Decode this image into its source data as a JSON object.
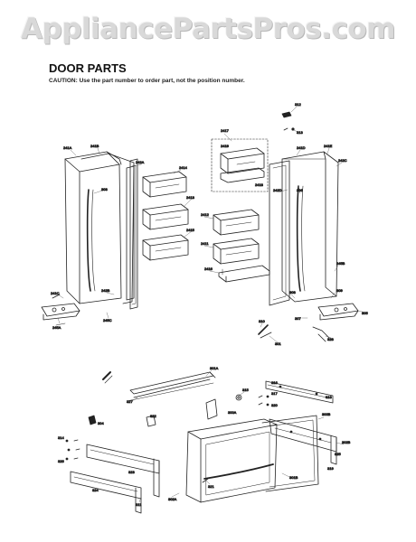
{
  "watermark": "AppliancePartsPros.com",
  "header": {
    "title": "DOOR PARTS",
    "caution": "CAUTION: Use the part number to order part, not the position number."
  },
  "callouts": {
    "left_door_top": "241A",
    "left_door_top2": "241B",
    "left_door_hinge": "242A",
    "left_door_handle": "303",
    "left_door_bottom": "241C",
    "left_door_gasket": "242B",
    "left_hinge_screw": "245A",
    "bin_1": "2414",
    "bin_2": "2413",
    "bin_3": "2415",
    "bin_4": "2412",
    "bin_5": "2411",
    "bin_6": "2416",
    "dairy_box": "2418",
    "dairy_cover": "2419",
    "dairy_label": "2417",
    "right_door_top": "241D",
    "right_door_top2": "241E",
    "right_door_hinge": "242C",
    "right_door_handle": "306",
    "right_door_gasket": "242D",
    "right_hinge_screw": "245B",
    "right_bottom": "245C",
    "top_screw_1": "308",
    "top_screw_2": "309",
    "pin_1": "307",
    "pin_2": "305",
    "clip": "310",
    "drawer_rod": "301A",
    "rail_bar": "301",
    "drawer_front": "300A",
    "drawer_handle": "301B",
    "drawer_gasket": "300B",
    "slide_left": "302A",
    "slide_right": "302B",
    "bracket": "304",
    "rail_lower": "311",
    "screw_a": "312",
    "screw_b": "313",
    "screw_c": "314",
    "roller": "315",
    "guide": "316",
    "guide_2": "317",
    "cover": "318",
    "cover_2": "319",
    "nut": "320",
    "washer": "321",
    "link": "322",
    "cap": "323",
    "frame_l": "324",
    "frame_r": "325",
    "spacer": "326",
    "gasket_strip": "327",
    "bolt": "328"
  }
}
